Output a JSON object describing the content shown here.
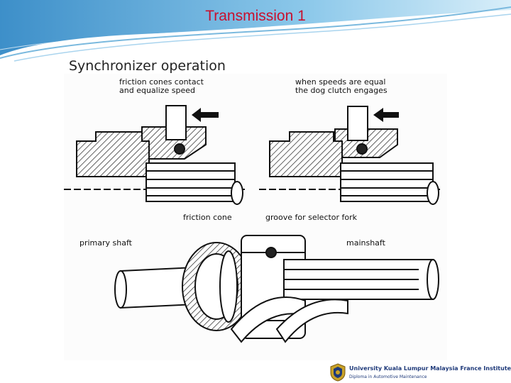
{
  "slide": {
    "title": "Transmission 1",
    "subtitle": "Synchronizer operation"
  },
  "figure": {
    "labels": {
      "friction_cones_contact": "friction cones contact\nand equalize speed",
      "speeds_equal": "when speeds are equal\nthe dog clutch engages",
      "friction_cone": "friction cone",
      "groove_selector_fork": "groove for selector fork",
      "primary_shaft": "primary shaft",
      "mainshaft": "mainshaft"
    }
  },
  "footer": {
    "institution": "University Kuala Lumpur Malaysia France Institute",
    "department": "Diploma in Automotive Maintenance"
  },
  "colors": {
    "title": "#c8102e",
    "footer_text": "#1f3a7a",
    "swoosh": "#5aa8d6"
  }
}
